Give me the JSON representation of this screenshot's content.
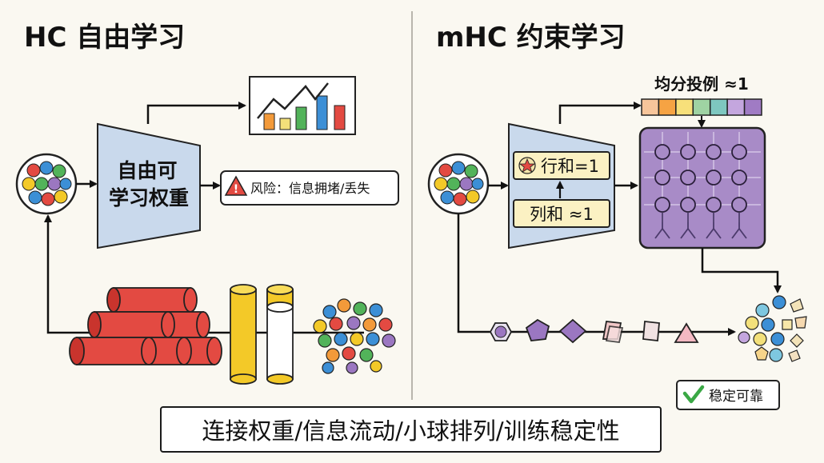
{
  "left_panel": {
    "title": "HC 自由学习",
    "funnel_label_line1": "自由可",
    "funnel_label_line2": "学习权重",
    "risk_label": "风险：信息拥堵/丢失"
  },
  "right_panel": {
    "title": "mHC 约束学习",
    "bar_label": "均分投例 ≈1",
    "row_label": "行和=1",
    "col_label": "列和 ≈1",
    "stable_label": "稳定可靠"
  },
  "caption": "连接权重/信息流动/小球排列/训练稳定性",
  "colors": {
    "red": "#e34a42",
    "yellow": "#f3c928",
    "blue": "#3c8fd6",
    "green": "#52b35a",
    "purple": "#9b77c1",
    "orange": "#f39a3a",
    "funnel": "#c9d9ec",
    "matrix": "#a88bc7",
    "label_box": "#fbf1c3",
    "check": "#3aa845"
  },
  "strip_colors": [
    "#f7c59b",
    "#f6a343",
    "#f7e07a",
    "#9fd3a3",
    "#7ec7c0",
    "#c4a6de",
    "#a07bc4"
  ]
}
